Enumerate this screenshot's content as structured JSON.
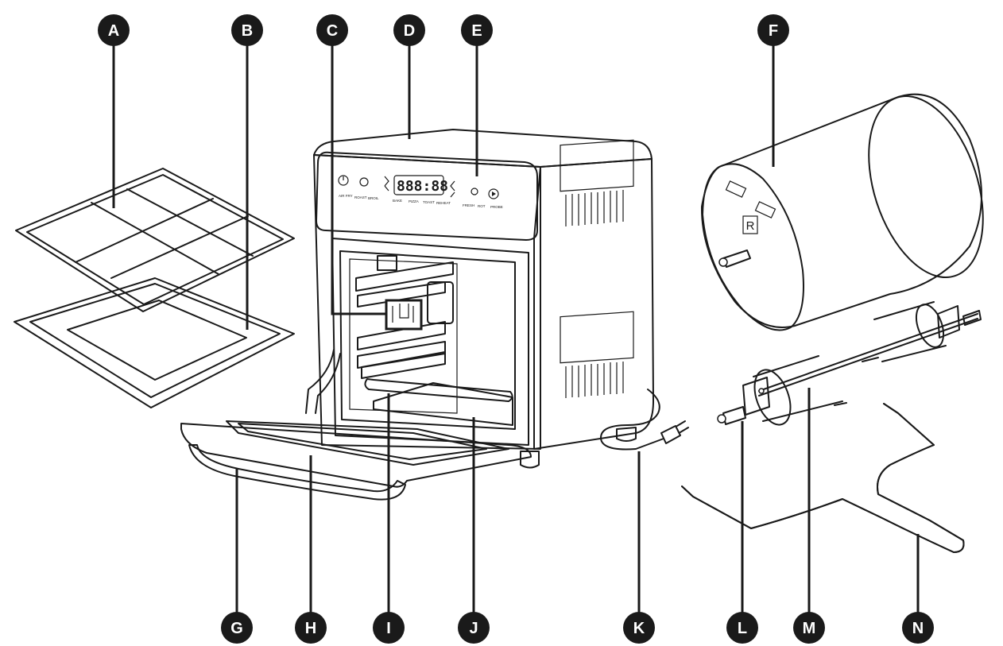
{
  "labels": {
    "a": "A",
    "b": "B",
    "c": "C",
    "d": "D",
    "e": "E",
    "f": "F",
    "g": "G",
    "h": "H",
    "i": "I",
    "j": "J",
    "k": "K",
    "l": "L",
    "m": "M",
    "n": "N"
  },
  "panel": {
    "display": "888:88",
    "buttons_top": [
      "AIR FRY",
      "ROAST",
      "BROIL"
    ],
    "buttons_mid": [
      "BAKE",
      "PIZZA",
      "TOAST",
      "REHEAT"
    ],
    "buttons_right": [
      "FRESH",
      "ROT",
      "PROBE"
    ]
  },
  "basket_letter": "R",
  "colors": {
    "ink": "#1a1a1a",
    "tray_fill": "#d6d6d6",
    "light_fill": "#e6e6e6"
  }
}
